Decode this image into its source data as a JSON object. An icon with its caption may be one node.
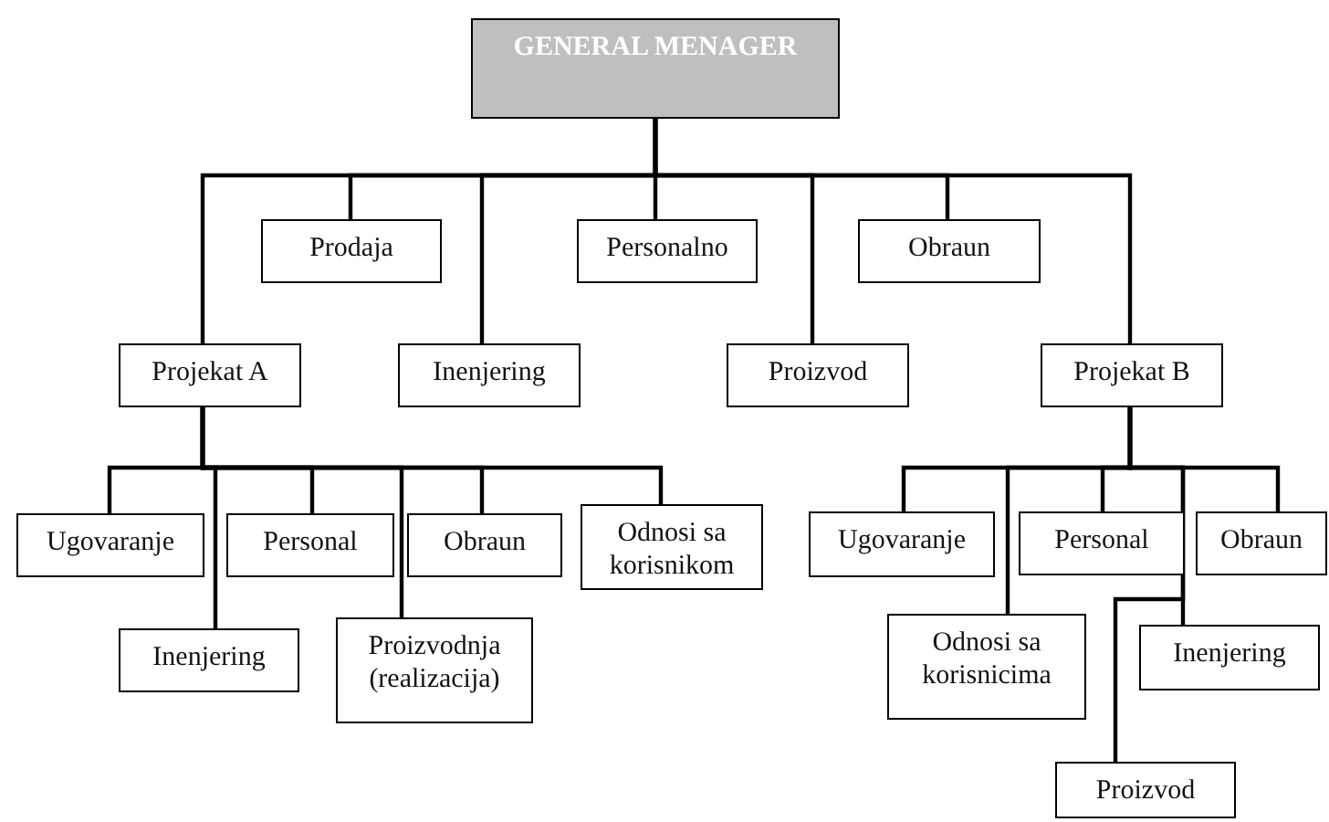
{
  "diagram": {
    "nodes": [
      {
        "text": [
          "GENERAL MENAGER"
        ]
      },
      {
        "text": [
          "Prodaja"
        ]
      },
      {
        "text": [
          "Personalno"
        ]
      },
      {
        "text": [
          "Obraun"
        ]
      },
      {
        "text": [
          "Projekat A"
        ]
      },
      {
        "text": [
          "Inenjering"
        ]
      },
      {
        "text": [
          "Proizvod"
        ]
      },
      {
        "text": [
          "Projekat B"
        ]
      },
      {
        "text": [
          "Ugovaranje"
        ]
      },
      {
        "text": [
          "Inenjering"
        ]
      },
      {
        "text": [
          "Personal"
        ]
      },
      {
        "text": [
          "Proizvodnja (realizacija)"
        ]
      },
      {
        "text": [
          "Obraun"
        ]
      },
      {
        "text": [
          "Odnosi sa korisnikom"
        ]
      },
      {
        "text": [
          "Ugovaranje"
        ]
      },
      {
        "text": [
          "Odnosi sa korisnicima"
        ]
      },
      {
        "text": [
          "Personal"
        ]
      },
      {
        "text": [
          "Inenjering"
        ]
      },
      {
        "text": [
          "Obraun"
        ]
      },
      {
        "text": [
          "Proizvod"
        ]
      }
    ],
    "edges": [
      {
        "from": 0,
        "to": 1,
        "arrow": "none"
      },
      {
        "from": 0,
        "to": 2,
        "arrow": "none"
      },
      {
        "from": 0,
        "to": 3,
        "arrow": "none"
      },
      {
        "from": 0,
        "to": 4,
        "arrow": "none"
      },
      {
        "from": 0,
        "to": 5,
        "arrow": "none"
      },
      {
        "from": 0,
        "to": 6,
        "arrow": "none"
      },
      {
        "from": 0,
        "to": 7,
        "arrow": "none"
      },
      {
        "from": 4,
        "to": 8,
        "arrow": "none"
      },
      {
        "from": 4,
        "to": 9,
        "arrow": "none"
      },
      {
        "from": 4,
        "to": 10,
        "arrow": "none"
      },
      {
        "from": 4,
        "to": 11,
        "arrow": "none"
      },
      {
        "from": 4,
        "to": 12,
        "arrow": "none"
      },
      {
        "from": 4,
        "to": 13,
        "arrow": "none"
      },
      {
        "from": 7,
        "to": 14,
        "arrow": "none"
      },
      {
        "from": 7,
        "to": 15,
        "arrow": "none"
      },
      {
        "from": 7,
        "to": 16,
        "arrow": "none"
      },
      {
        "from": 7,
        "to": 17,
        "arrow": "none"
      },
      {
        "from": 7,
        "to": 18,
        "arrow": "none"
      },
      {
        "from": 7,
        "to": 19,
        "arrow": "none"
      }
    ]
  }
}
